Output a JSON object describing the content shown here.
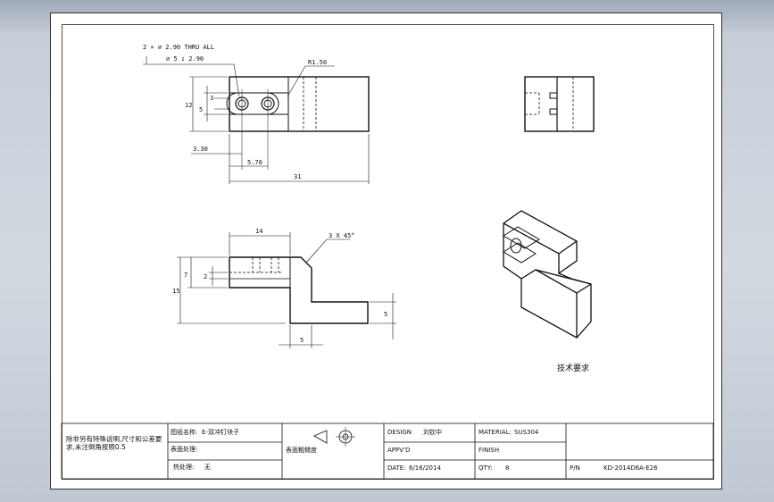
{
  "dimensions": {
    "hole_callout_line1": "2 × ⌀ 2.90 THRU ALL",
    "hole_callout_line2": "⌀ 5 ↧ 2.90",
    "radius": "R1.50",
    "height_12": "12",
    "height_5": "5",
    "small_3": "3",
    "offset_3_30": "3.30",
    "offset_5_70": "5.70",
    "width_31": "31",
    "top_14": "14",
    "chamfer": "3 X 45°",
    "side_7": "7",
    "side_2": "2",
    "side_15": "15",
    "right_5": "5",
    "bottom_5": "5"
  },
  "tech_requirements": "技术要求",
  "title_block": {
    "note": "除非另有特殊说明,尺寸和公差要求,未注倒角按照0.5",
    "drawing_name_label": "图纸名称:",
    "drawing_name_value": "E-双冲钉块子",
    "surface_label": "表面处理:",
    "heat_label": "热处理:",
    "heat_value": "无",
    "roughness_label": "表面粗糙度",
    "design_label": "DESIGN",
    "design_value": "刘钦中",
    "approved_label": "APPV'D",
    "date_label": "DATE:",
    "date_value": "6/16/2014",
    "material_label": "MATERIAL:",
    "material_value": "SUS304",
    "finish_label": "FINISH",
    "qty_label": "QTY:",
    "qty_value": "8",
    "pn_label": "P/N",
    "pn_value": "KD-2014D6A-E26"
  },
  "colors": {
    "background": "#b3bcc9",
    "sheet": "#ffffff",
    "line": "#111111"
  }
}
